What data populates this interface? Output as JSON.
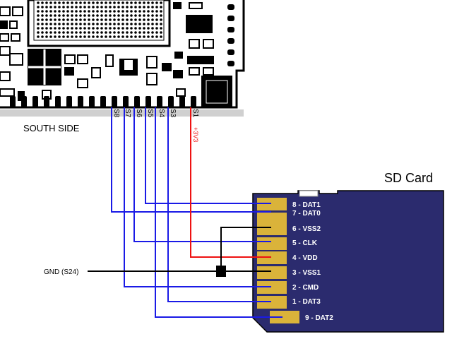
{
  "module": {
    "side_label": "SOUTH SIDE"
  },
  "south_pins": [
    {
      "label": "S8"
    },
    {
      "label": "S7"
    },
    {
      "label": "S6"
    },
    {
      "label": "S5"
    },
    {
      "label": "S4"
    },
    {
      "label": "S3"
    },
    {
      "label": "S1"
    }
  ],
  "power_label": "+3V3",
  "gnd_label": "GND (S24)",
  "sd_card": {
    "title": "SD Card",
    "pins": [
      {
        "label": "8 - DAT1"
      },
      {
        "label": "7 - DAT0"
      },
      {
        "label": "6 - VSS2"
      },
      {
        "label": "5 - CLK"
      },
      {
        "label": "4 - VDD"
      },
      {
        "label": "3 - VSS1"
      },
      {
        "label": "2 - CMD"
      },
      {
        "label": "1 - DAT3"
      },
      {
        "label": "9 - DAT2"
      }
    ]
  },
  "colors": {
    "signal_wire": "#1a1ae6",
    "power_wire": "#ee1111",
    "ground_wire": "#000000",
    "sd_body": "#2b2b6e",
    "sd_contact": "#dab33a",
    "module_fill": "#ffffff",
    "module_stroke": "#000000"
  }
}
